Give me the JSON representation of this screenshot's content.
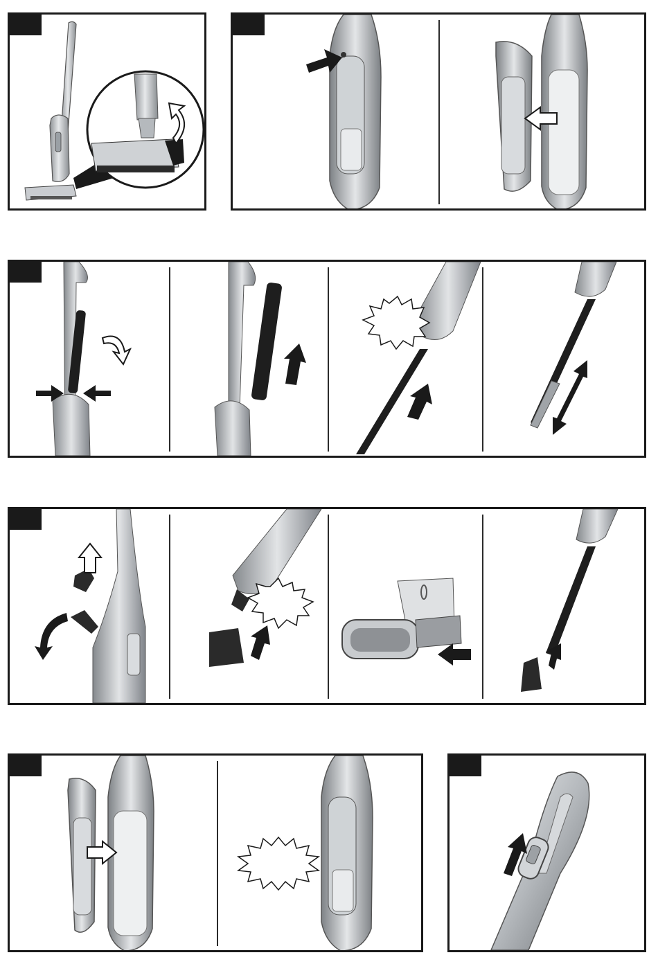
{
  "colors": {
    "frame": "#1a1a1a",
    "arrow_solid": "#1a1a1a",
    "arrow_outline_fill": "#ffffff",
    "body_light": "#d7d9db",
    "body_mid": "#a9adb1",
    "body_dark": "#6d7176",
    "tube": "#1f1f1f",
    "brush_grey": "#8a8d90"
  },
  "panels": [
    {
      "id": "step-1",
      "illustration": "stick-vacuum-with-nozzle-closeup",
      "icons": [
        "rotate-arrow-icon"
      ]
    },
    {
      "id": "step-2",
      "illustration": "handheld-release-and-removal",
      "icons": [
        "push-arrow-icon",
        "slide-arrow-icon"
      ]
    },
    {
      "id": "step-3",
      "illustration": "extension-tube-removal-and-extend",
      "icons": [
        "squeeze-arrows-icon",
        "rotate-arrow-icon",
        "up-arrow-icon",
        "click-burst-icon",
        "double-arrow-icon"
      ]
    },
    {
      "id": "step-4",
      "illustration": "accessory-tools-attachment",
      "icons": [
        "up-arrow-icon",
        "rotate-arrow-icon",
        "click-burst-icon",
        "push-arrow-icon"
      ]
    },
    {
      "id": "step-5",
      "illustration": "handheld-reinsert",
      "icons": [
        "slide-arrow-icon",
        "click-burst-icon"
      ]
    },
    {
      "id": "step-6",
      "illustration": "power-switch-slide",
      "icons": [
        "up-arrow-icon"
      ]
    }
  ]
}
